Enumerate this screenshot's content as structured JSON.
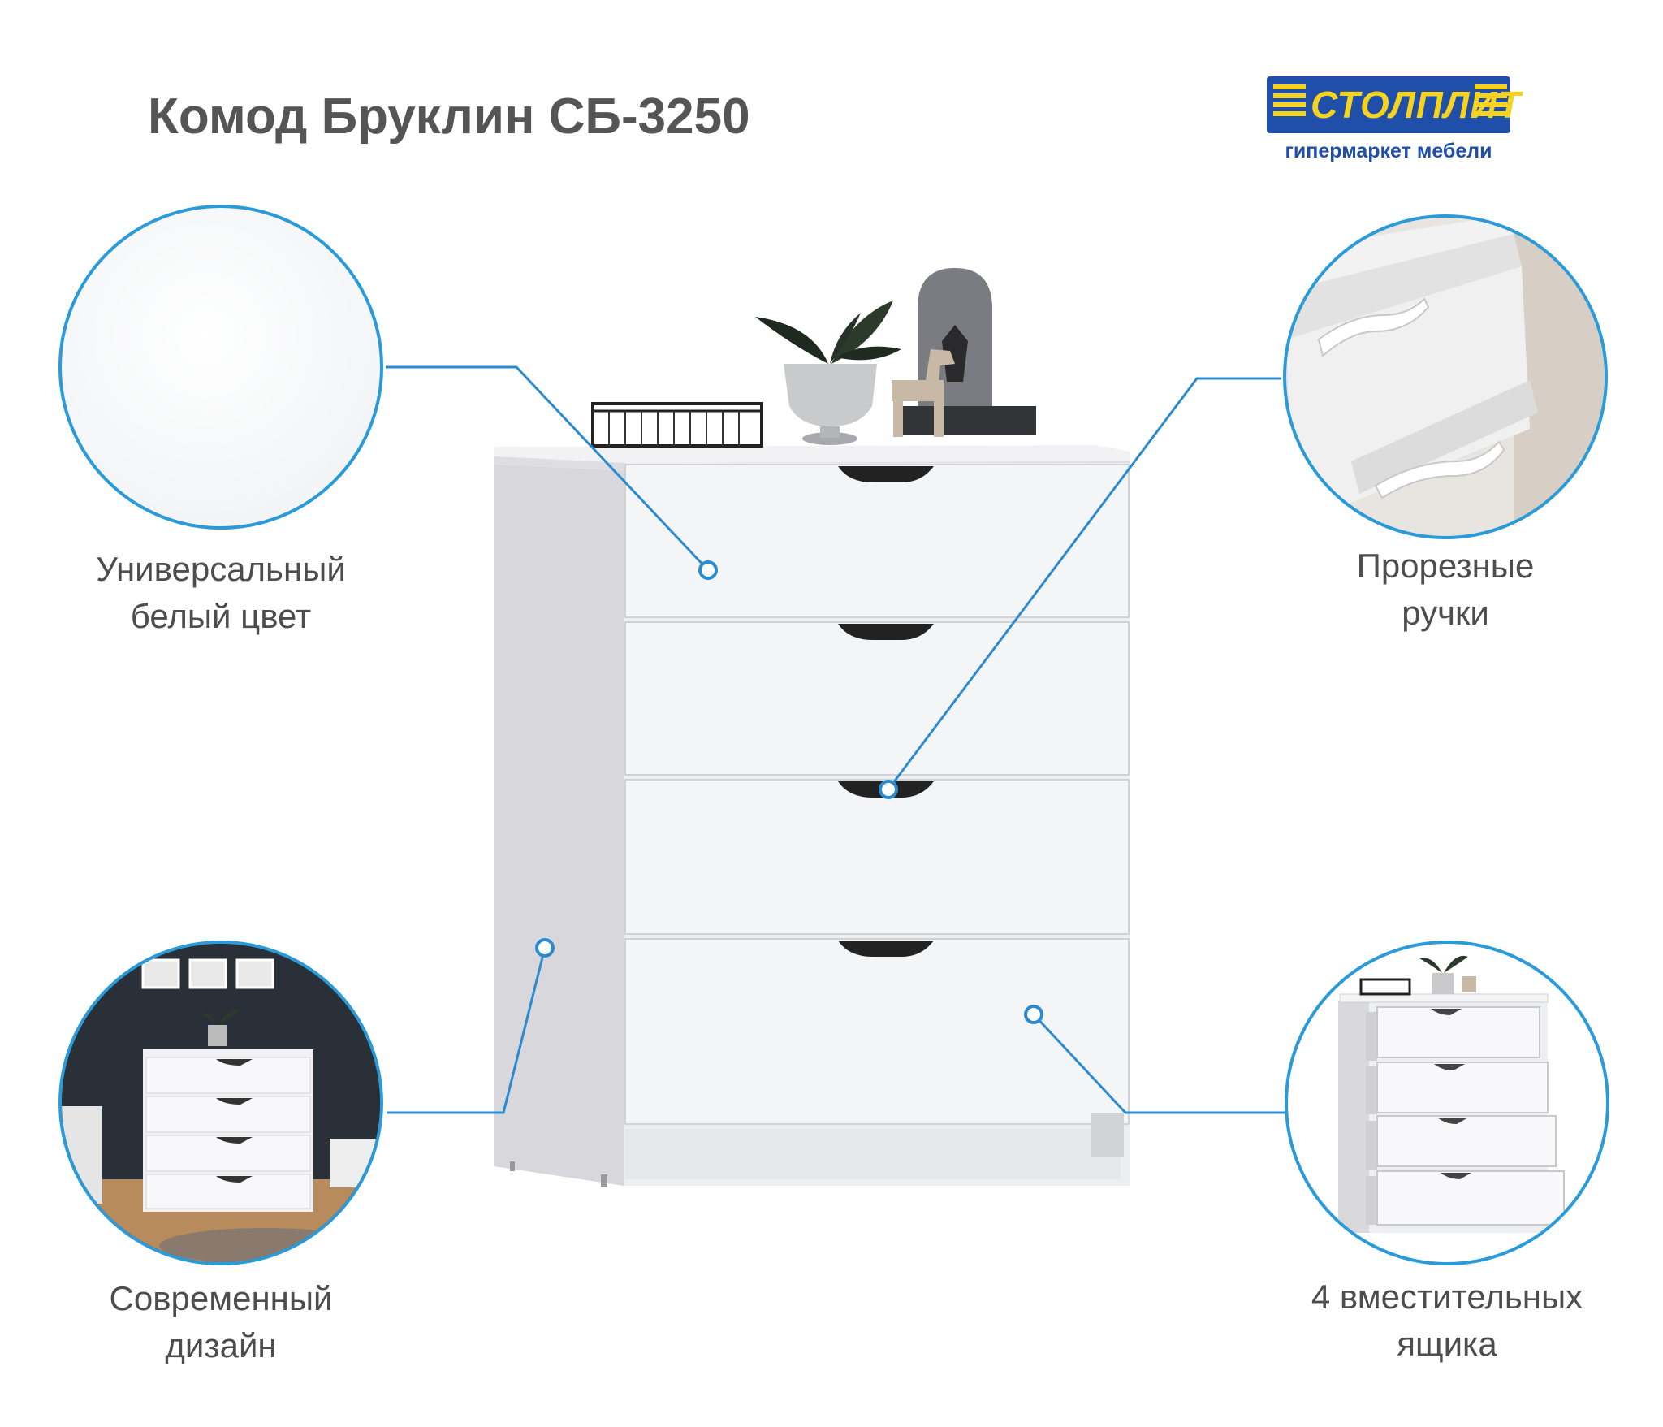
{
  "title": "Комод Бруклин СБ-3250",
  "brand": {
    "name": "СТОЛПЛИТ",
    "tagline": "гипермаркет мебели"
  },
  "features": [
    {
      "line1": "Универсальный",
      "line2": "белый цвет"
    },
    {
      "line1": "Прорезные",
      "line2": "ручки"
    },
    {
      "line1": "Современный",
      "line2": "дизайн"
    },
    {
      "line1": "4 вместительных",
      "line2": "ящика"
    }
  ],
  "colors": {
    "accent": "#2a9bd8",
    "brand_blue": "#1f4fa8",
    "brand_yellow": "#f5d31f",
    "text": "#4d4d4d"
  }
}
